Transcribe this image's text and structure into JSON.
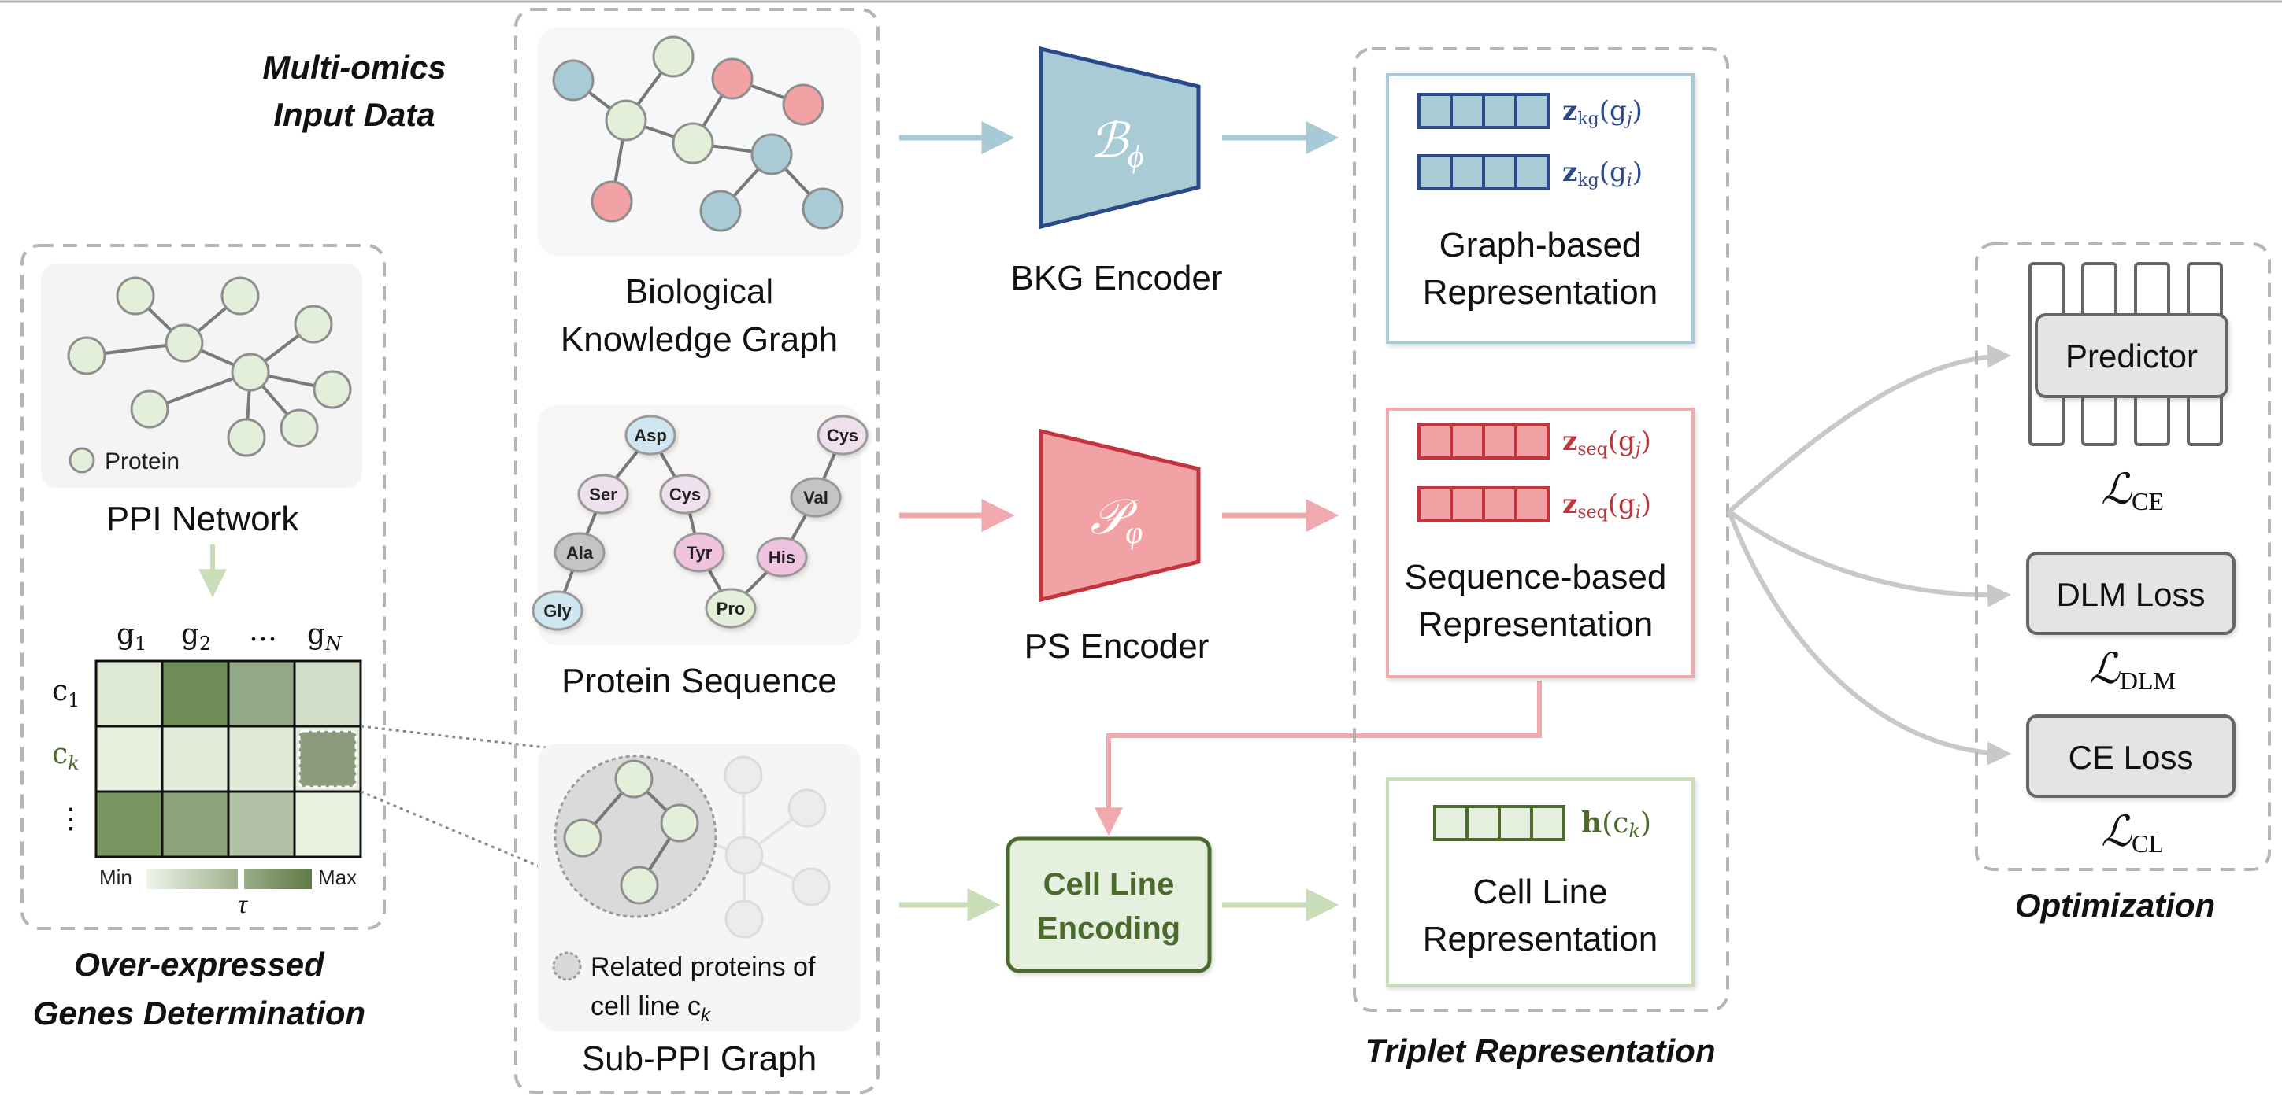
{
  "colors": {
    "blue_fill": "#a9cbd6",
    "blue_stroke": "#2b4a8b",
    "red_fill": "#f2a2a5",
    "red_stroke": "#c4343c",
    "green_fill": "#e6f0de",
    "green_stroke": "#4b6b2e",
    "arrow_blue": "#a8c9d6",
    "arrow_red": "#f0a9ac",
    "arrow_green": "#c8ddb8",
    "gray_arrow": "#c8c8c8"
  },
  "section_titles": {
    "multiomics_line1": "Multi-omics",
    "multiomics_line2": "Input Data",
    "overexpressed_line1": "Over-expressed",
    "overexpressed_line2": "Genes Determination",
    "triplet": "Triplet Representation",
    "optimization": "Optimization"
  },
  "ppi": {
    "legend": "Protein",
    "label": "PPI Network"
  },
  "matrix": {
    "col_headers": [
      "g",
      "g",
      "…",
      "g"
    ],
    "col_subs": [
      "1",
      "2",
      "",
      "N"
    ],
    "row_headers": [
      "c",
      "c",
      "⋮"
    ],
    "row_subs": [
      "1",
      "k",
      ""
    ],
    "min_label": "Min",
    "max_label": "Max",
    "tau": "τ"
  },
  "inputs": {
    "bkg_line1": "Biological",
    "bkg_line2": "Knowledge Graph",
    "protein_seq": "Protein Sequence",
    "subppi": "Sub-PPI Graph",
    "related_line1": "Related proteins of",
    "related_line2": "cell line c",
    "related_sub": "k",
    "amino_acids": [
      "Asp",
      "Cys",
      "Ser",
      "Cys",
      "Val",
      "Ala",
      "Tyr",
      "His",
      "Gly",
      "Pro"
    ]
  },
  "encoders": {
    "bkg_symbol": "ℬ",
    "bkg_sub": "ϕ",
    "bkg_label": "BKG Encoder",
    "ps_symbol": "𝒫",
    "ps_sub": "φ",
    "ps_label": "PS Encoder",
    "cell_line1": "Cell Line",
    "cell_line2": "Encoding"
  },
  "representations": {
    "kg_j": "z",
    "kg_j_sub": "kg",
    "kg_j_arg": "(g",
    "kg_j_argsub": "j",
    "kg_i": "z",
    "kg_i_sub": "kg",
    "kg_i_arg": "(g",
    "kg_i_argsub": "i",
    "seq_j": "z",
    "seq_j_sub": "seq",
    "seq_j_arg": "(g",
    "seq_j_argsub": "j",
    "seq_i": "z",
    "seq_i_sub": "seq",
    "seq_i_arg": "(g",
    "seq_i_argsub": "i",
    "h": "h",
    "h_arg": "(c",
    "h_argsub": "k",
    "close": ")",
    "graph_line1": "Graph-based",
    "graph_line2": "Representation",
    "seq_line1": "Sequence-based",
    "seq_line2": "Representation",
    "cell_line1": "Cell Line",
    "cell_line2": "Representation"
  },
  "optimization": {
    "predictor": "Predictor",
    "dlm_loss": "DLM Loss",
    "ce_loss": "CE Loss",
    "l_symbol": "ℒ",
    "l_ce_sub": "CE",
    "l_dlm_sub": "DLM",
    "l_cl_sub": "CL"
  }
}
